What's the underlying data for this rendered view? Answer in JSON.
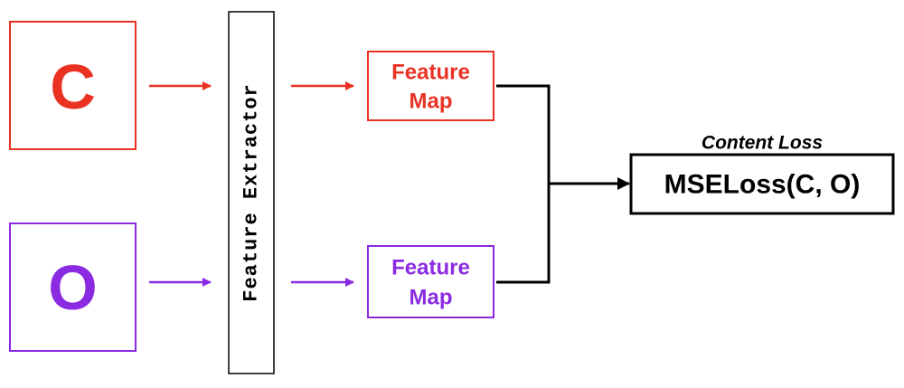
{
  "colors": {
    "content": "#ea3223",
    "output": "#8a2be2",
    "neutral": "#000000"
  },
  "inputs": {
    "content_letter": "C",
    "output_letter": "O"
  },
  "extractor": {
    "label": "Feature Extractor"
  },
  "feature_maps": {
    "content": {
      "line1": "Feature",
      "line2": "Map"
    },
    "output": {
      "line1": "Feature",
      "line2": "Map"
    }
  },
  "loss": {
    "title": "Content Loss",
    "formula": "MSELoss(C, O)"
  }
}
